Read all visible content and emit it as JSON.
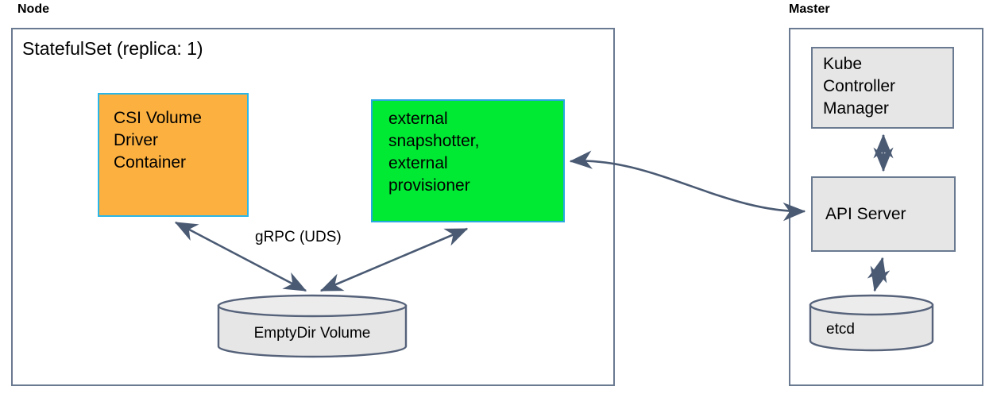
{
  "diagram": {
    "groups": [
      {
        "id": "node",
        "title": "Node",
        "caption": "StatefulSet (replica: 1)"
      },
      {
        "id": "master",
        "title": "Master"
      }
    ],
    "nodes": {
      "csi_driver": {
        "label": "CSI Volume\nDriver\nContainer",
        "fill": "#FBB040",
        "stroke": "#29B6E8"
      },
      "external_sidecars": {
        "label": "external\nsnapshotter,\nexternal\nprovisioner",
        "fill": "#00EA33",
        "stroke": "#29A8E0"
      },
      "emptydir": {
        "label": "EmptyDir Volume",
        "fill": "#E6E6E6",
        "stroke": "#55627A"
      },
      "kube_controller_manager": {
        "label": "Kube\nController\nManager",
        "fill": "#E6E6E6",
        "stroke": "#6A7A91"
      },
      "api_server": {
        "label": "API Server",
        "fill": "#E6E6E6",
        "stroke": "#6A7A91"
      },
      "etcd": {
        "label": "etcd",
        "fill": "#E6E6E6",
        "stroke": "#55627A"
      }
    },
    "edges": {
      "grpc": {
        "label": "gRPC (UDS)"
      }
    },
    "colors": {
      "frame_stroke": "#6A7A91",
      "connector_stroke": "#4A5A73",
      "background": "#ffffff",
      "text": "#000000"
    }
  }
}
